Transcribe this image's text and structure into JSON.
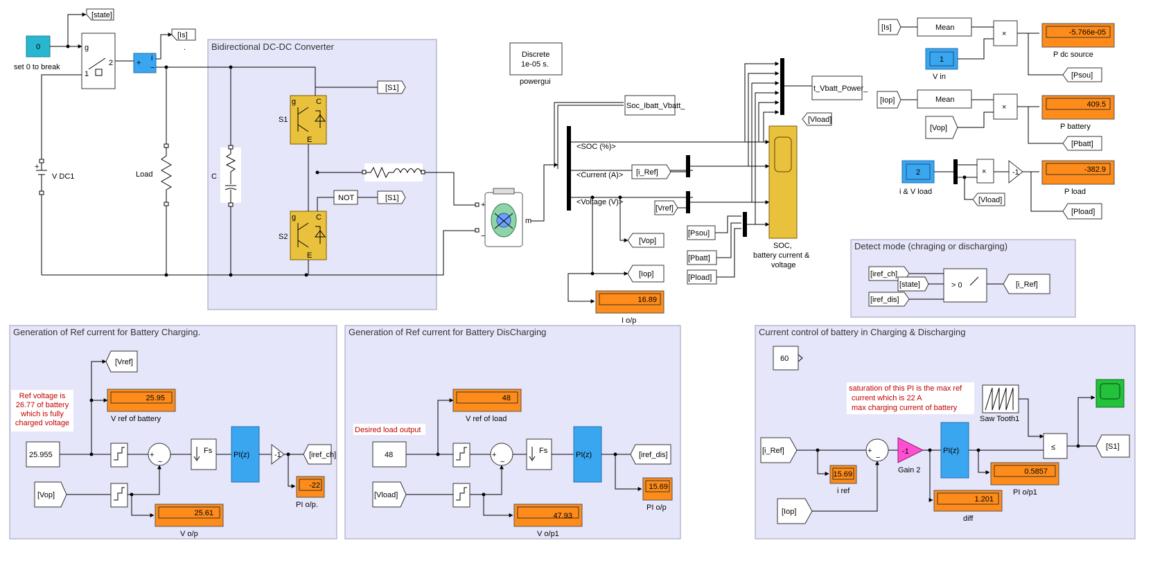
{
  "subsystems": {
    "converter": "Bidirectional DC-DC Converter",
    "charging": "Generation of Ref current for Battery Charging.",
    "discharging": "Generation of Ref current for Battery DisCharging",
    "detect": "Detect mode (chraging or discharging)",
    "control": "Current control of battery in Charging & Discharging"
  },
  "power": {
    "const_value": "0",
    "const_label": "set 0 to break",
    "switch_g": "g",
    "switch_1": "1",
    "switch_2": "2",
    "vdc_label": "V DC1",
    "load_label": "Load",
    "cap_label": "C",
    "s1_label": "S1",
    "s2_label": "S2",
    "not_label": "NOT",
    "plus": "+",
    "minus": "−",
    "meas_i": "i",
    "dot_label": ".",
    "m_label": "m",
    "g": "g",
    "e": "E",
    "c": "C"
  },
  "tags": {
    "state": "[state]",
    "is": "[Is]",
    "s1a": "[S1]",
    "s1b": "[S1]",
    "iref": "[i_Ref]",
    "vref": "[Vref]",
    "vop": "[Vop]",
    "iop": "[Iop]",
    "psou": "[Psou]",
    "pbatt": "[Pbatt]",
    "pload": "[Pload]",
    "vload": "[Vload]"
  },
  "powergui": {
    "line1": "Discrete",
    "line2": "1e-05 s.",
    "label": "powergui"
  },
  "battery_bus": {
    "soc": "<SOC (%)>",
    "current": "<Current (A)>",
    "voltage": "<Voltage (V)>",
    "goto1": "Soc_Ibatt_Vbatt_",
    "goto2": "t_Vbatt_Power_"
  },
  "scope": {
    "label_1": "SOC,",
    "label_2": "battery current &",
    "label_3": "voltage"
  },
  "displays": {
    "iop": {
      "value": "16.89",
      "label": "I o/p"
    },
    "pdc": {
      "value": "-5.766e-05",
      "label": "P dc source"
    },
    "pbattery": {
      "value": "409.5",
      "label": "P battery"
    },
    "pload": {
      "value": "-382.9",
      "label": "P load"
    },
    "vref_batt": {
      "value": "25.95",
      "label": "V ref of battery"
    },
    "vop": {
      "value": "25.61",
      "label": "V o/p"
    },
    "pi_op_ch": {
      "value": "-22",
      "label": "PI o/p."
    },
    "vref_load": {
      "value": "48",
      "label": "V ref of load"
    },
    "vop1": {
      "value": "47.93",
      "label": "V o/p1"
    },
    "pi_op_dis": {
      "value": "15.69",
      "label": "PI o/p"
    },
    "iref": {
      "value": "15.69",
      "label": "i ref"
    },
    "pi_op1": {
      "value": "0.5857",
      "label": "PI o/p1"
    },
    "diff": {
      "value": "1.201",
      "label": "diff"
    }
  },
  "power_calc": {
    "is_tag": "[Is]",
    "iop_tag": "[Iop]",
    "vop_tag": "[Vop]",
    "vload_tag": "[Vload]",
    "mean": "Mean",
    "mult": "×",
    "vin_value": "1",
    "vin_label": "V in",
    "iv_value": "2",
    "iv_label": "i & V load",
    "neg1": "-1",
    "psou_out": "[Psou]",
    "pbatt_out": "[Pbatt]",
    "pload_out": "[Pload]"
  },
  "detect": {
    "iref_ch": "[iref_ch]",
    "state": "[state]",
    "iref_dis": "[iref_dis]",
    "cond": "> 0",
    "out": "[i_Ref]"
  },
  "charging": {
    "vref_tag": "[Vref]",
    "note": "Ref voltage is\n26.77 of battery\nwhich is fully\ncharged voltage",
    "const": "25.955",
    "vop_tag": "[Vop]",
    "fs": "Fs",
    "pi": "PI(z)",
    "neg": "-1",
    "out": "[iref_ch]"
  },
  "discharging": {
    "note": "Desired load output",
    "const": "48",
    "vload_tag": "[Vload]",
    "fs": "Fs",
    "pi": "PI(z)",
    "out": "[iref_dis]"
  },
  "control": {
    "const": "60",
    "note": "saturation of this PI is the max ref\ncurrent which is 22 A\nmax charging current of battery",
    "iref_tag": "[i_Ref]",
    "iop_tag": "[Iop]",
    "gain": "-1",
    "gain_label": "Gain 2",
    "pi": "PI(z)",
    "saw_label": "Saw Tooth1",
    "le": "≤",
    "out": "[S1]"
  }
}
